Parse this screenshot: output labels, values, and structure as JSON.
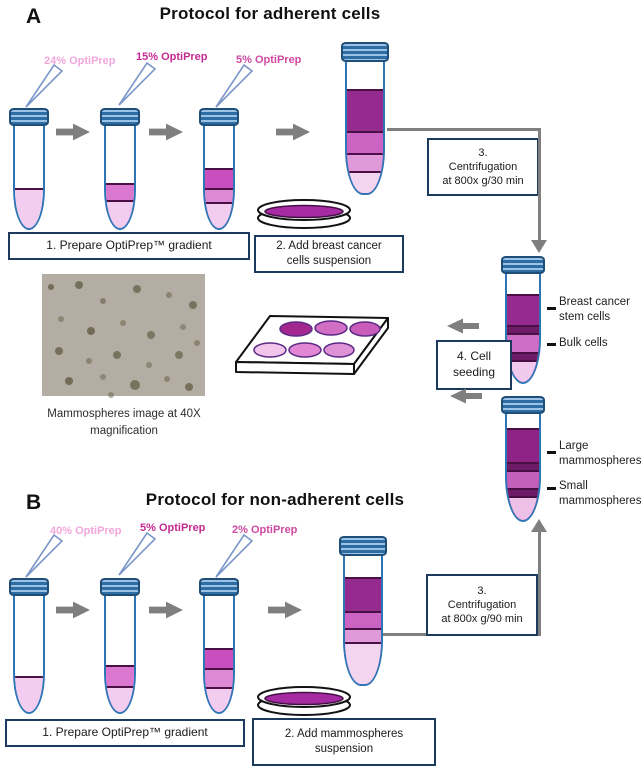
{
  "panel_a": {
    "section_label": "A",
    "title": "Protocol for adherent cells",
    "reagent_1": "24% OptiPrep",
    "reagent_2": "15% OptiPrep",
    "reagent_3": "5% OptiPrep",
    "step_1": "1. Prepare OptiPrep™ gradient",
    "step_2_line_1": "2. Add breast cancer",
    "step_2_line_2": "cells suspension",
    "step_3_line_1": "3.",
    "step_3_line_2": "Centrifugation",
    "step_3_line_3": "at 800x g/30 min",
    "step_4_line_1": "4. Cell",
    "step_4_line_2": "seeding"
  },
  "panel_b": {
    "section_label": "B",
    "title": "Protocol for non-adherent cells",
    "reagent_1": "40% OptiPrep",
    "reagent_2": "5% OptiPrep",
    "reagent_3": "2% OptiPrep",
    "step_1": "1. Prepare OptiPrep™ gradient",
    "step_2_line_1": "2.  Add mammospheres",
    "step_2_line_2": "suspension",
    "step_3_line_1": "3.",
    "step_3_line_2": "Centrifugation",
    "step_3_line_3": "at 800x g/90 min"
  },
  "fractions": {
    "stem_line_1": "Breast cancer",
    "stem_line_2": "stem cells",
    "bulk": "Bulk cells",
    "large_line_1": "Large",
    "large_line_2": "mammospheres",
    "small_line_1": "Small",
    "small_line_2": "mammospheres"
  },
  "micrograph": {
    "caption_line_1": "Mammospheres  image at 40X",
    "caption_line_2": "magnification"
  },
  "colors": {
    "label_light_pink": "#f0a7dc",
    "label_magenta": "#c42a92",
    "gradient_dark": "#962b8f",
    "gradient_medium": "#cb63c2",
    "gradient_light": "#e09ada",
    "gradient_lightest": "#f4d5f0",
    "separation_band_dark": "#6d1b66",
    "tube_glass_blue": "#2e75b6",
    "fill_outline_purple": "#4a1045",
    "arrow_gray": "#7f7f7f",
    "box_border_navy": "#1c3a5e"
  }
}
